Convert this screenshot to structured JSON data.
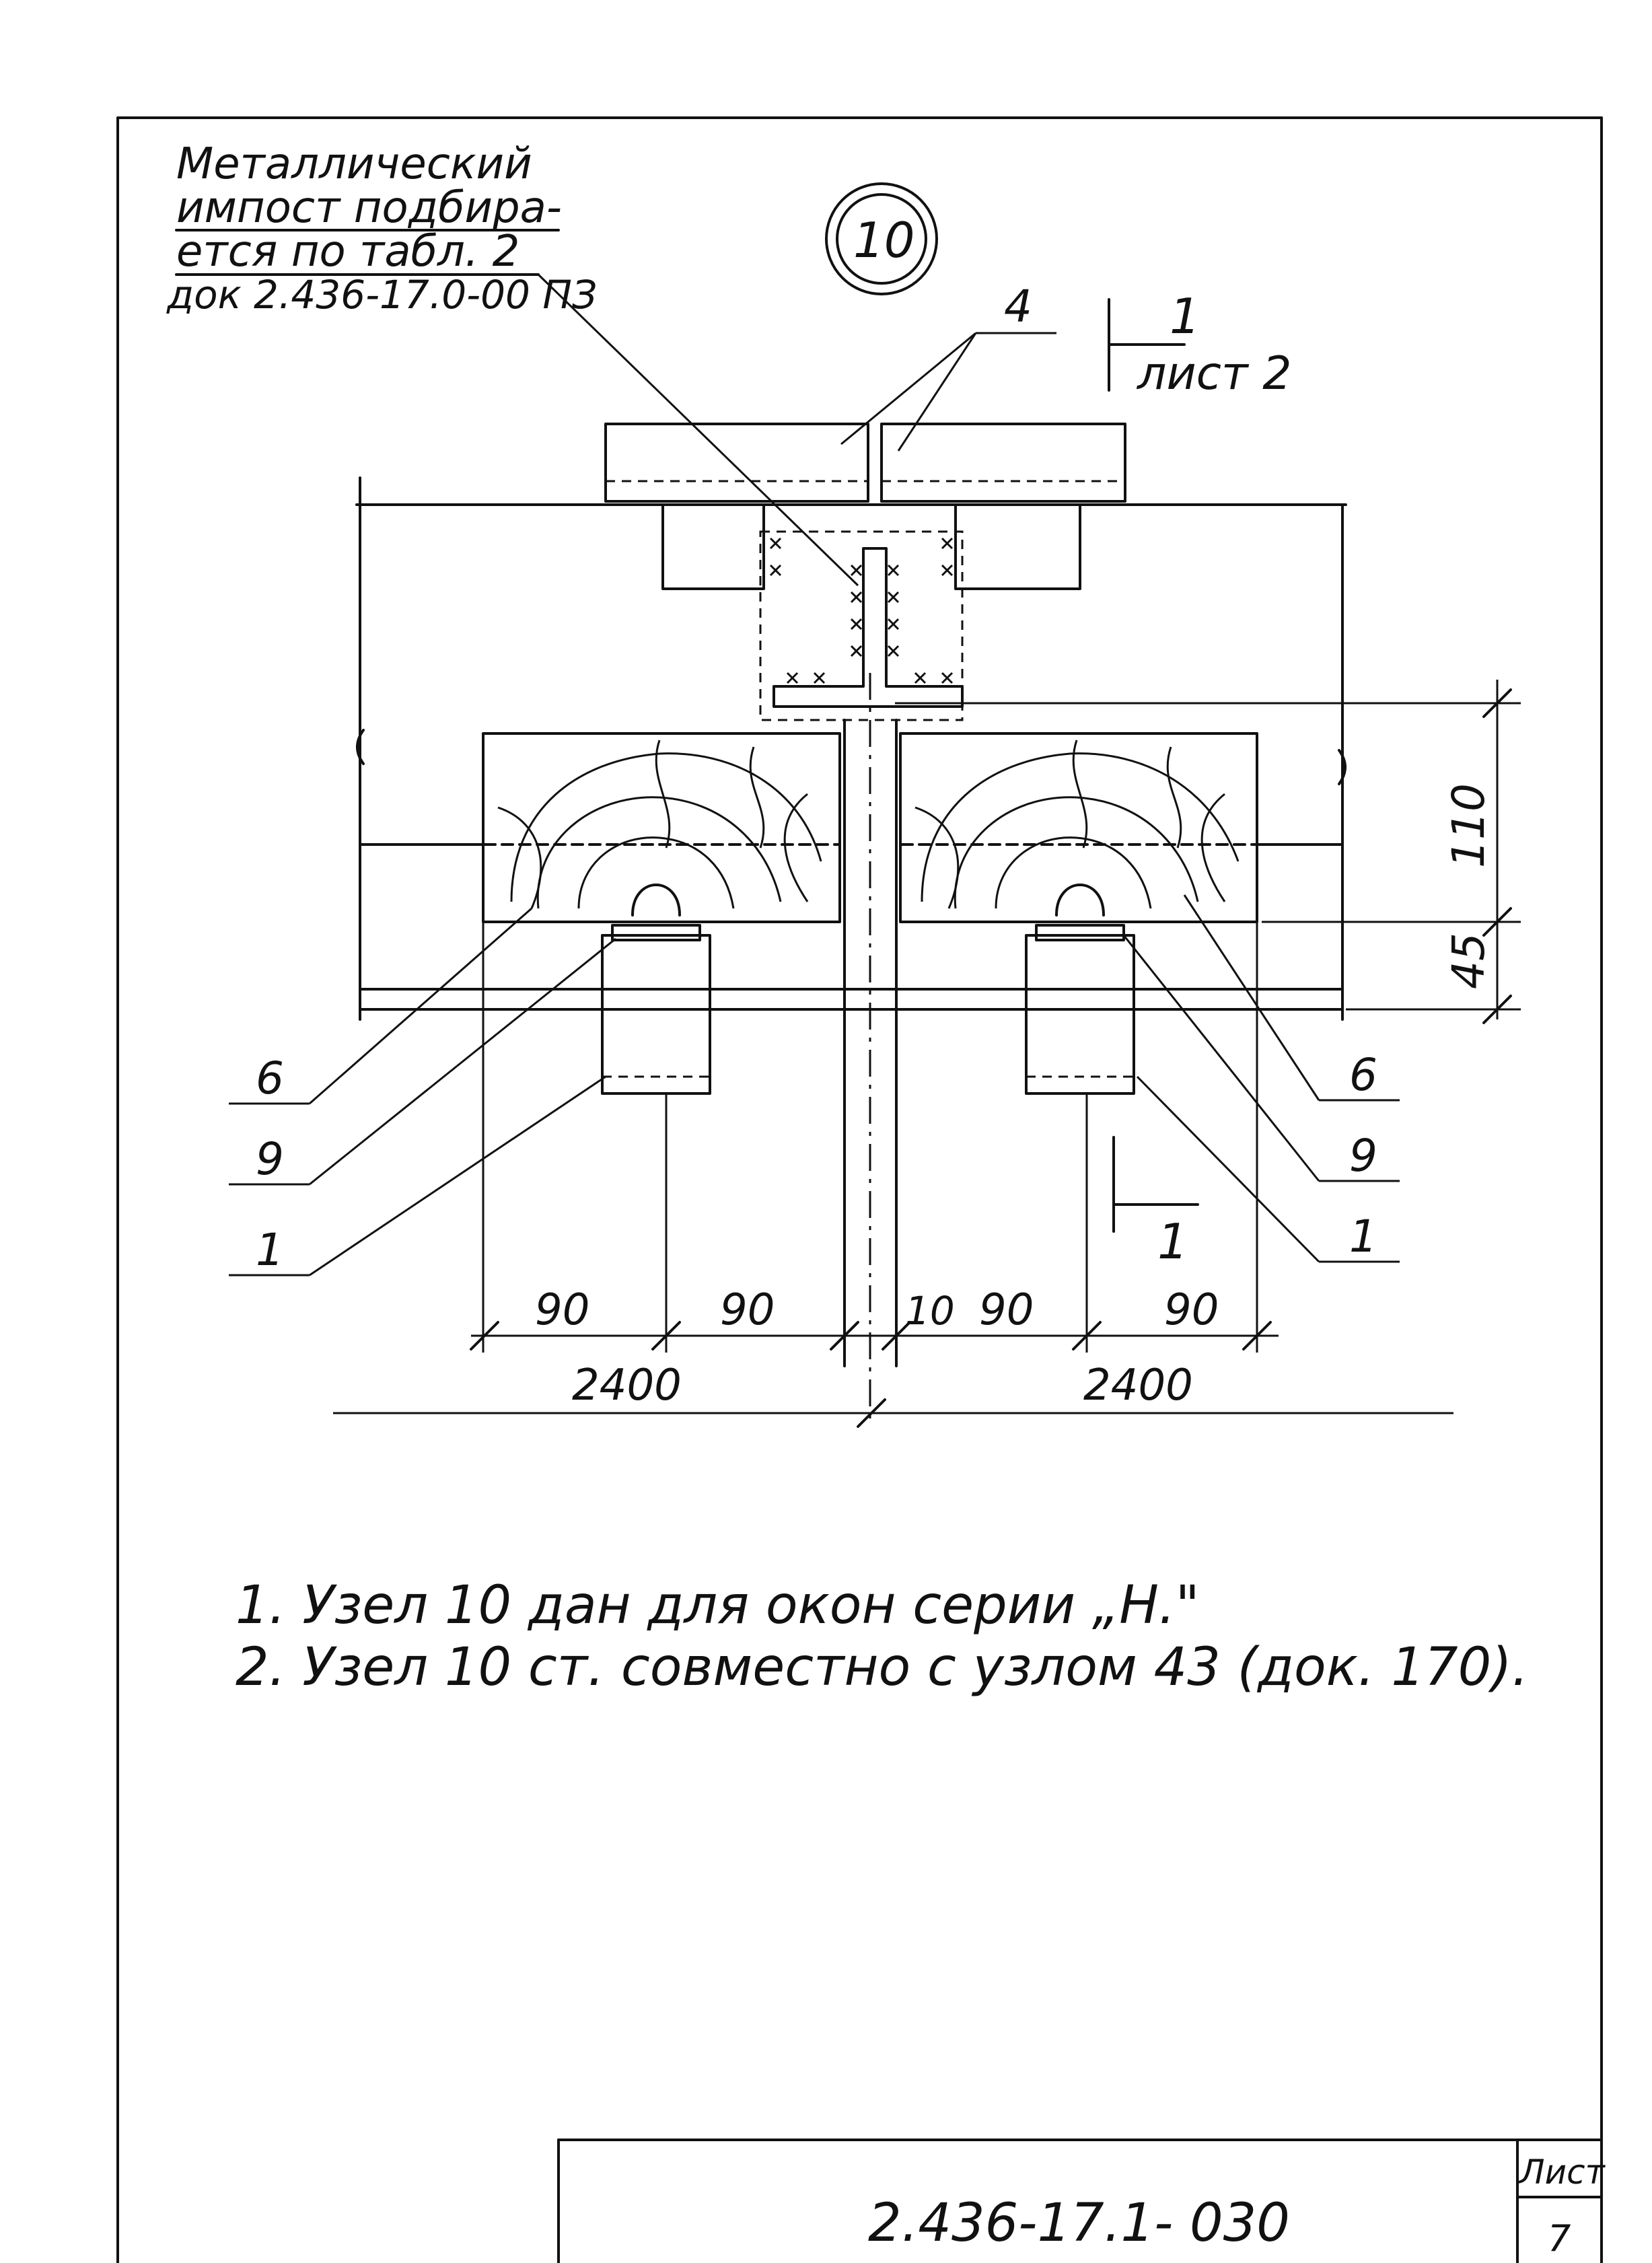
{
  "drawing": {
    "callout_note": [
      "Металлический",
      "импост подбира-",
      "ется по табл. 2",
      "док 2.436-17.0-00 ПЗ"
    ],
    "node_number": "10",
    "section_marker": {
      "number": "1",
      "sheet_ref": "лист 2"
    },
    "leaders": {
      "top": "4",
      "left": [
        "6",
        "9",
        "1"
      ],
      "right": [
        "6",
        "9",
        "1"
      ]
    },
    "dimensions": {
      "vertical": [
        "110",
        "45"
      ],
      "horizontal_segments": [
        "90",
        "90",
        "10",
        "90",
        "90"
      ],
      "horizontal_totals": [
        "2400",
        "2400"
      ]
    }
  },
  "notes": [
    "1. Узел 10 дан для окон серии „Н.\"",
    "2. Узел 10 ст. совместно с узлом 43 (док. 170)."
  ],
  "title_block": {
    "designation": "2.436-17.1- 030",
    "sheet_label": "Лист",
    "sheet_number": "7"
  }
}
